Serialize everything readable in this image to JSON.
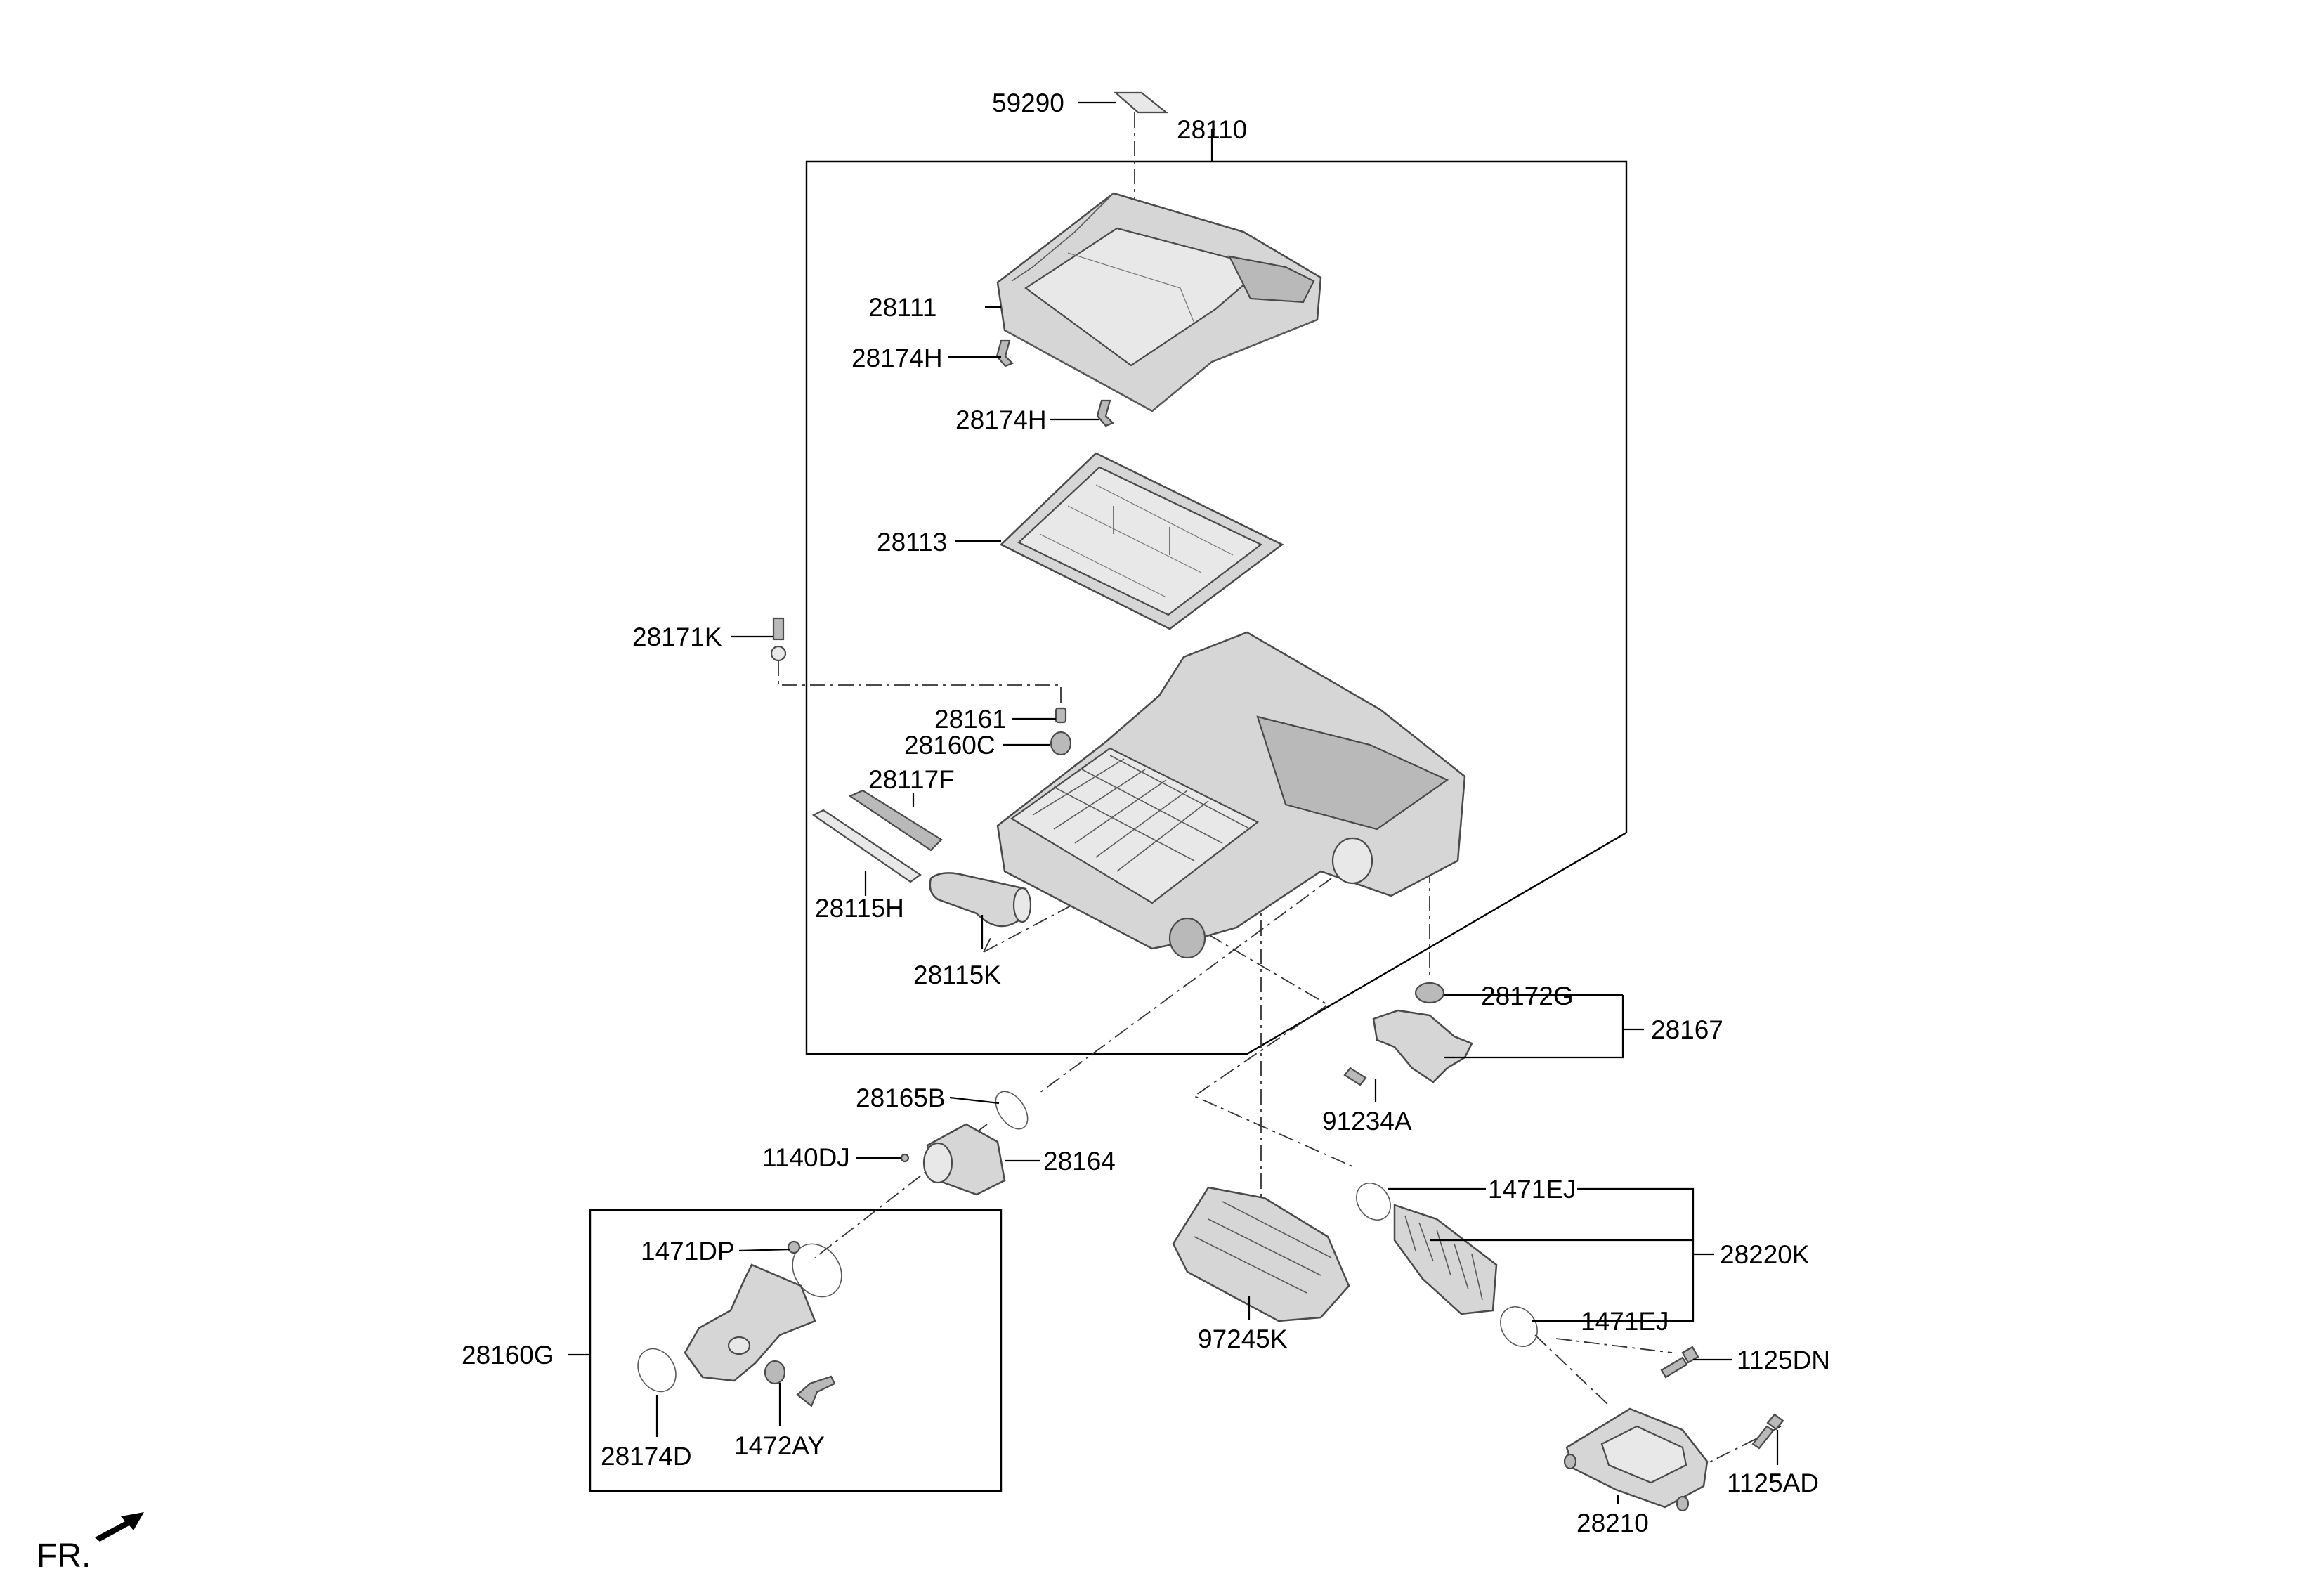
{
  "labels": {
    "p59290": "59290",
    "p28110": "28110",
    "p28111": "28111",
    "p28174H_a": "28174H",
    "p28174H_b": "28174H",
    "p28113": "28113",
    "p28171K": "28171K",
    "p28161": "28161",
    "p28160C": "28160C",
    "p28117F": "28117F",
    "p28115H": "28115H",
    "p28115K": "28115K",
    "p28172G": "28172G",
    "p28167": "28167",
    "p91234A": "91234A",
    "p28165B": "28165B",
    "p1140DJ": "1140DJ",
    "p28164": "28164",
    "p1471EJ_a": "1471EJ",
    "p28220K": "28220K",
    "p1471EJ_b": "1471EJ",
    "p1471DP": "1471DP",
    "p28160G": "28160G",
    "p97245K": "97245K",
    "p1125DN": "1125DN",
    "p28174D": "28174D",
    "p1472AY": "1472AY",
    "p1125AD": "1125AD",
    "p28210": "28210"
  },
  "orientation": {
    "label": "FR.",
    "icon": "front-direction-arrow-icon"
  }
}
